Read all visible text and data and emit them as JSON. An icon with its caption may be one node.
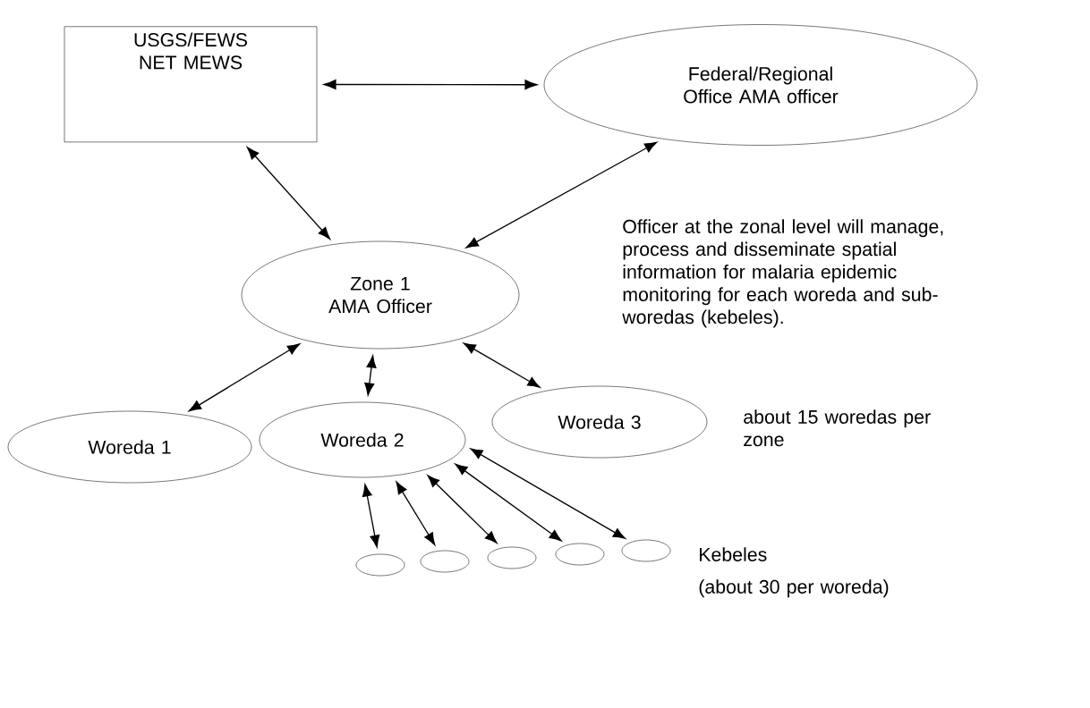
{
  "diagram": {
    "nodes": [
      {
        "text": [
          "USGS/FEWS NET MEWS"
        ]
      },
      {
        "text": [
          "Federal/Regional Office AMA officer"
        ]
      },
      {
        "text": [
          "Zone 1 AMA Officer"
        ]
      },
      {
        "text": [
          "Woreda 1"
        ]
      },
      {
        "text": [
          "Woreda 2"
        ]
      },
      {
        "text": [
          "Woreda 3"
        ]
      },
      {
        "text": [],
        "shape": "circle"
      },
      {
        "text": [],
        "shape": "circle"
      },
      {
        "text": [],
        "shape": "circle"
      },
      {
        "text": [],
        "shape": "circle"
      },
      {
        "text": [],
        "shape": "circle"
      }
    ],
    "edges": [
      {
        "from": 0,
        "to": 1,
        "arrow": "both"
      },
      {
        "from": 0,
        "to": 2,
        "arrow": "both"
      },
      {
        "from": 2,
        "to": 1,
        "arrow": "both"
      },
      {
        "from": 2,
        "to": 3,
        "arrow": "both"
      },
      {
        "from": 2,
        "to": 4,
        "arrow": "both"
      },
      {
        "from": 2,
        "to": 5,
        "arrow": "both"
      },
      {
        "from": 4,
        "to": 6,
        "arrow": "both"
      },
      {
        "from": 4,
        "to": 7,
        "arrow": "both"
      },
      {
        "from": 4,
        "to": 8,
        "arrow": "both"
      },
      {
        "from": 4,
        "to": 9,
        "arrow": "both"
      },
      {
        "from": 4,
        "to": 10,
        "arrow": "both"
      }
    ],
    "labels": [
      "Officer at the zonal level will manage, process and disseminate spatial information for malaria epidemic monitoring for each woreda and sub-woredas (kebeles).",
      "about 15 woredas per zone",
      "Kebeles",
      "(about 30 per woreda)"
    ]
  }
}
